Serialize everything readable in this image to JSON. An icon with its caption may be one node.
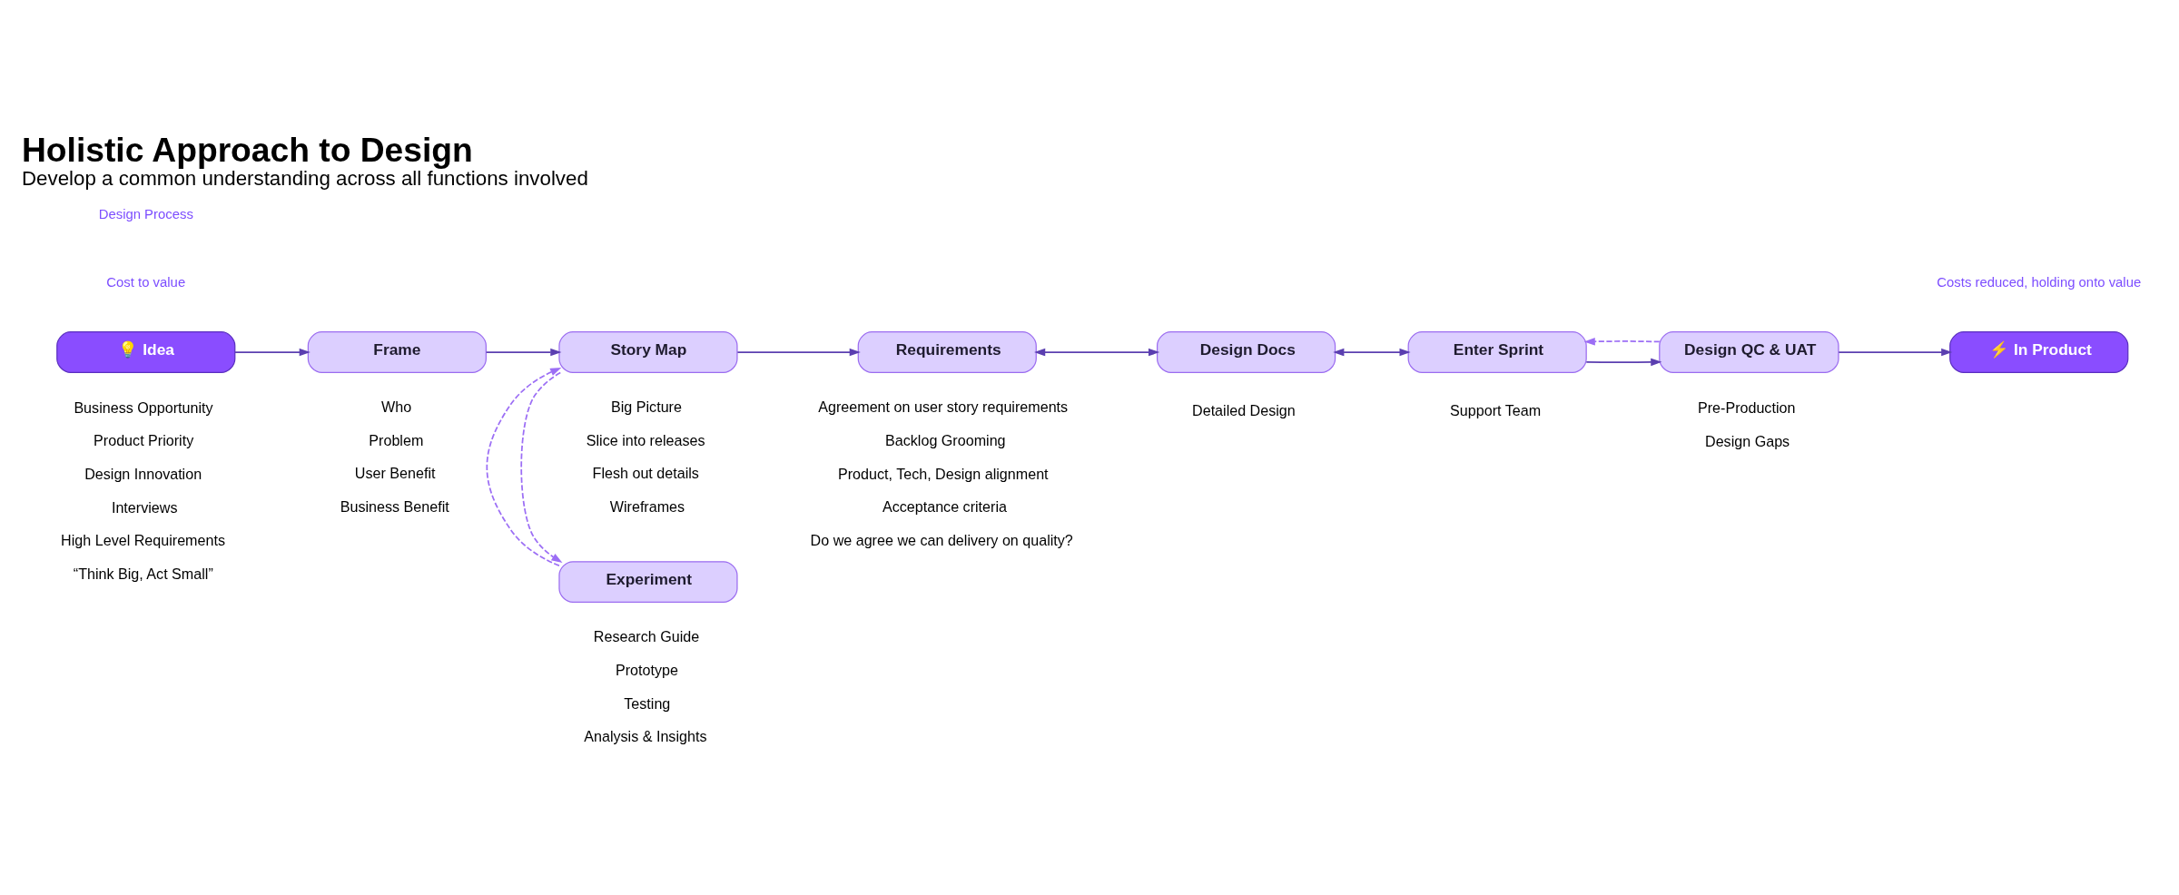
{
  "diagram": {
    "title": "Holistic Approach to Design",
    "caption": "Develop a common understanding across all functions involved",
    "nodes": [
      {
        "text": [
          "💡 Idea"
        ],
        "beside": [
          "Business Opportunity",
          "Product Priority",
          "Design Innovation",
          "Interviews",
          "High Level Requirements",
          "“Think Big, Act Small”"
        ]
      },
      {
        "text": [
          "Frame"
        ],
        "beside": [
          "Who",
          "Problem",
          "User Benefit",
          "Business Benefit"
        ]
      },
      {
        "text": [
          "Story Map"
        ],
        "beside": [
          "Big Picture",
          "Slice into releases",
          "Flesh out details",
          "Wireframes"
        ]
      },
      {
        "text": [
          "Requirements"
        ],
        "beside": [
          "Agreement on user story requirements",
          "Backlog Grooming",
          "Product, Tech, Design alignment",
          "Acceptance criteria",
          "Do we agree we can delivery on quality?"
        ]
      },
      {
        "text": [
          "Design Docs"
        ],
        "beside": [
          "Detailed Design"
        ]
      },
      {
        "text": [
          "Enter Sprint"
        ],
        "beside": [
          "Support Team"
        ]
      },
      {
        "text": [
          "Design QC & UAT"
        ],
        "beside": [
          "Pre-Production",
          "Design Gaps"
        ]
      },
      {
        "text": [
          "⚡ In Product"
        ]
      },
      {
        "text": [
          "Experiment"
        ],
        "beside": [
          "Research Guide",
          "Prototype",
          "Testing",
          "Analysis & Insights"
        ]
      }
    ],
    "edges": [
      {
        "from": 0,
        "to": 1,
        "arrow": "to"
      },
      {
        "from": 1,
        "to": 2,
        "arrow": "to"
      },
      {
        "from": 2,
        "to": 3,
        "arrow": "to"
      },
      {
        "from": 2,
        "to": 8,
        "arrow": "to",
        "style": "dashed",
        "color": "#9c6ef5"
      },
      {
        "from": 8,
        "to": 2,
        "arrow": "to",
        "style": "dashed",
        "color": "#9c6ef5"
      },
      {
        "from": 3,
        "to": 4,
        "arrow": "both"
      },
      {
        "from": 4,
        "to": 5,
        "arrow": "both"
      },
      {
        "from": 5,
        "to": 6,
        "arrow": "to"
      },
      {
        "from": 6,
        "to": 7,
        "arrow": "to"
      },
      {
        "from": 6,
        "to": 5,
        "arrow": "to",
        "style": "dashed",
        "color": "#9c6ef5"
      }
    ],
    "labels": [
      "Design Process",
      "Cost to value",
      "Costs reduced, holding onto value"
    ]
  }
}
